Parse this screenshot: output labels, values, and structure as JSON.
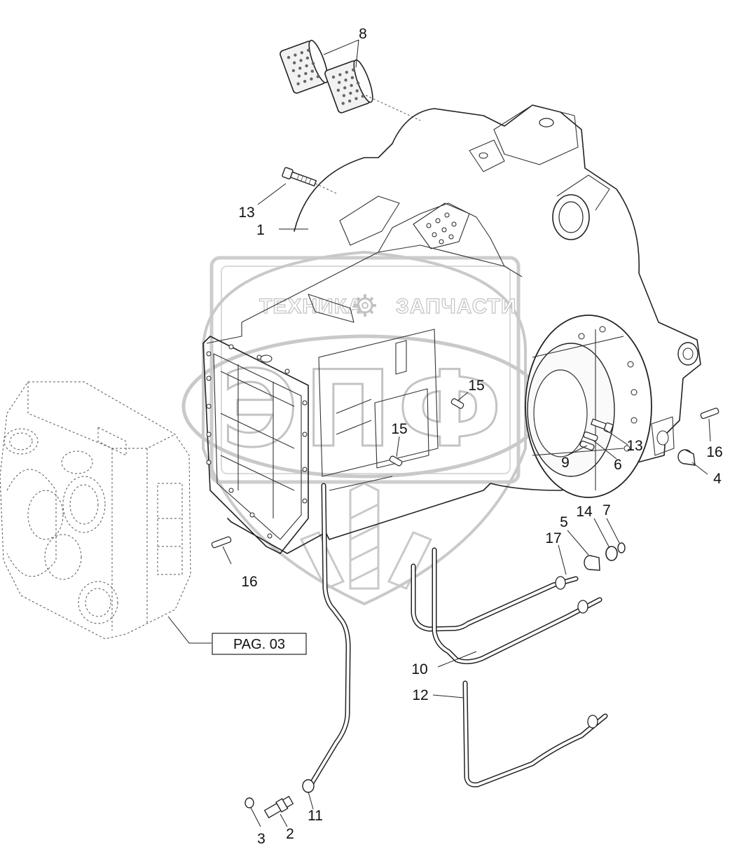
{
  "watermark": {
    "left_word": "ТЕХНИКА",
    "right_word": "ЗАПЧАСТИ",
    "logo_text": "ЭПФ"
  },
  "reference_box": {
    "label": "PAG. 03"
  },
  "callouts": [
    {
      "id": "c8",
      "text": "8"
    },
    {
      "id": "c13a",
      "text": "13"
    },
    {
      "id": "c1",
      "text": "1"
    },
    {
      "id": "c15a",
      "text": "15"
    },
    {
      "id": "c15b",
      "text": "15"
    },
    {
      "id": "c13b",
      "text": "13"
    },
    {
      "id": "c16a",
      "text": "16"
    },
    {
      "id": "c9",
      "text": "9"
    },
    {
      "id": "c6",
      "text": "6"
    },
    {
      "id": "c4",
      "text": "4"
    },
    {
      "id": "c14",
      "text": "14"
    },
    {
      "id": "c7",
      "text": "7"
    },
    {
      "id": "c5",
      "text": "5"
    },
    {
      "id": "c17",
      "text": "17"
    },
    {
      "id": "c16b",
      "text": "16"
    },
    {
      "id": "c10",
      "text": "10"
    },
    {
      "id": "c12",
      "text": "12"
    },
    {
      "id": "c11",
      "text": "11"
    },
    {
      "id": "c3",
      "text": "3"
    },
    {
      "id": "c2",
      "text": "2"
    }
  ]
}
